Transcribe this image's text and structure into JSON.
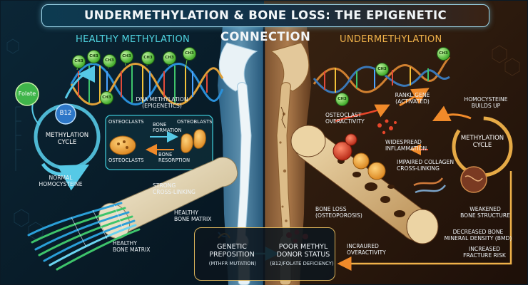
{
  "title": "Undermethylation & Bone Loss: The Epigenetic Connection",
  "left": {
    "heading": "Healthy Methylation",
    "dna_label": "DNA Methylation\n(Epigenetics)",
    "folate": "Folate",
    "b12": "B12",
    "cycle": "Methylation\nCycle",
    "homocysteine": "Normal\nHomocysteine",
    "osteoclasts_top": "Osteoclasts",
    "osteoblasts": "Osteoblasts",
    "bone_formation": "Bone\nFormation",
    "osteoclasts_bottom": "Osteoclasts",
    "bone_resorption": "Bone\nResorption",
    "cross_linking": "Strong\nCross-Linking",
    "matrix_right": "Healthy\nBone Matrix",
    "matrix_bottom": "Healthy\nBone Matrix"
  },
  "right": {
    "heading": "Undermethylation",
    "rankl": "RANKL Gene\n(Activated)",
    "homocysteine": "Homocysteine\nBuilds Up",
    "overactivity": "Osteoclast\nOveractivity",
    "inflammation": "Widespread\nInflammation",
    "cycle": "Methylation\nCycle",
    "collagen": "Impaired Collagen\nCross-Linking",
    "weakened": "Weakened\nBone Structure",
    "bone_loss": "Bone Loss\n(Osteoporosis)",
    "bmd": "Decreased Bone\nMineral Density (BMD)",
    "fracture": "Increased\nFracture Risk",
    "overactivity_bottom": "Incraured\nOveractivity"
  },
  "bottom": {
    "genetic": "Genetic\nPreposition",
    "genetic_sub": "(MTHFR Mutation)",
    "donor": "Poor Methyl\nDonor Status",
    "donor_sub": "(B12/Folate Deficiency)"
  },
  "ch3_label": "CH3",
  "colors": {
    "healthy_heading": "#4fd3e0",
    "under_heading": "#f0b24a",
    "accent_cyan": "#56c9e6",
    "accent_orange": "#f08a2a"
  }
}
